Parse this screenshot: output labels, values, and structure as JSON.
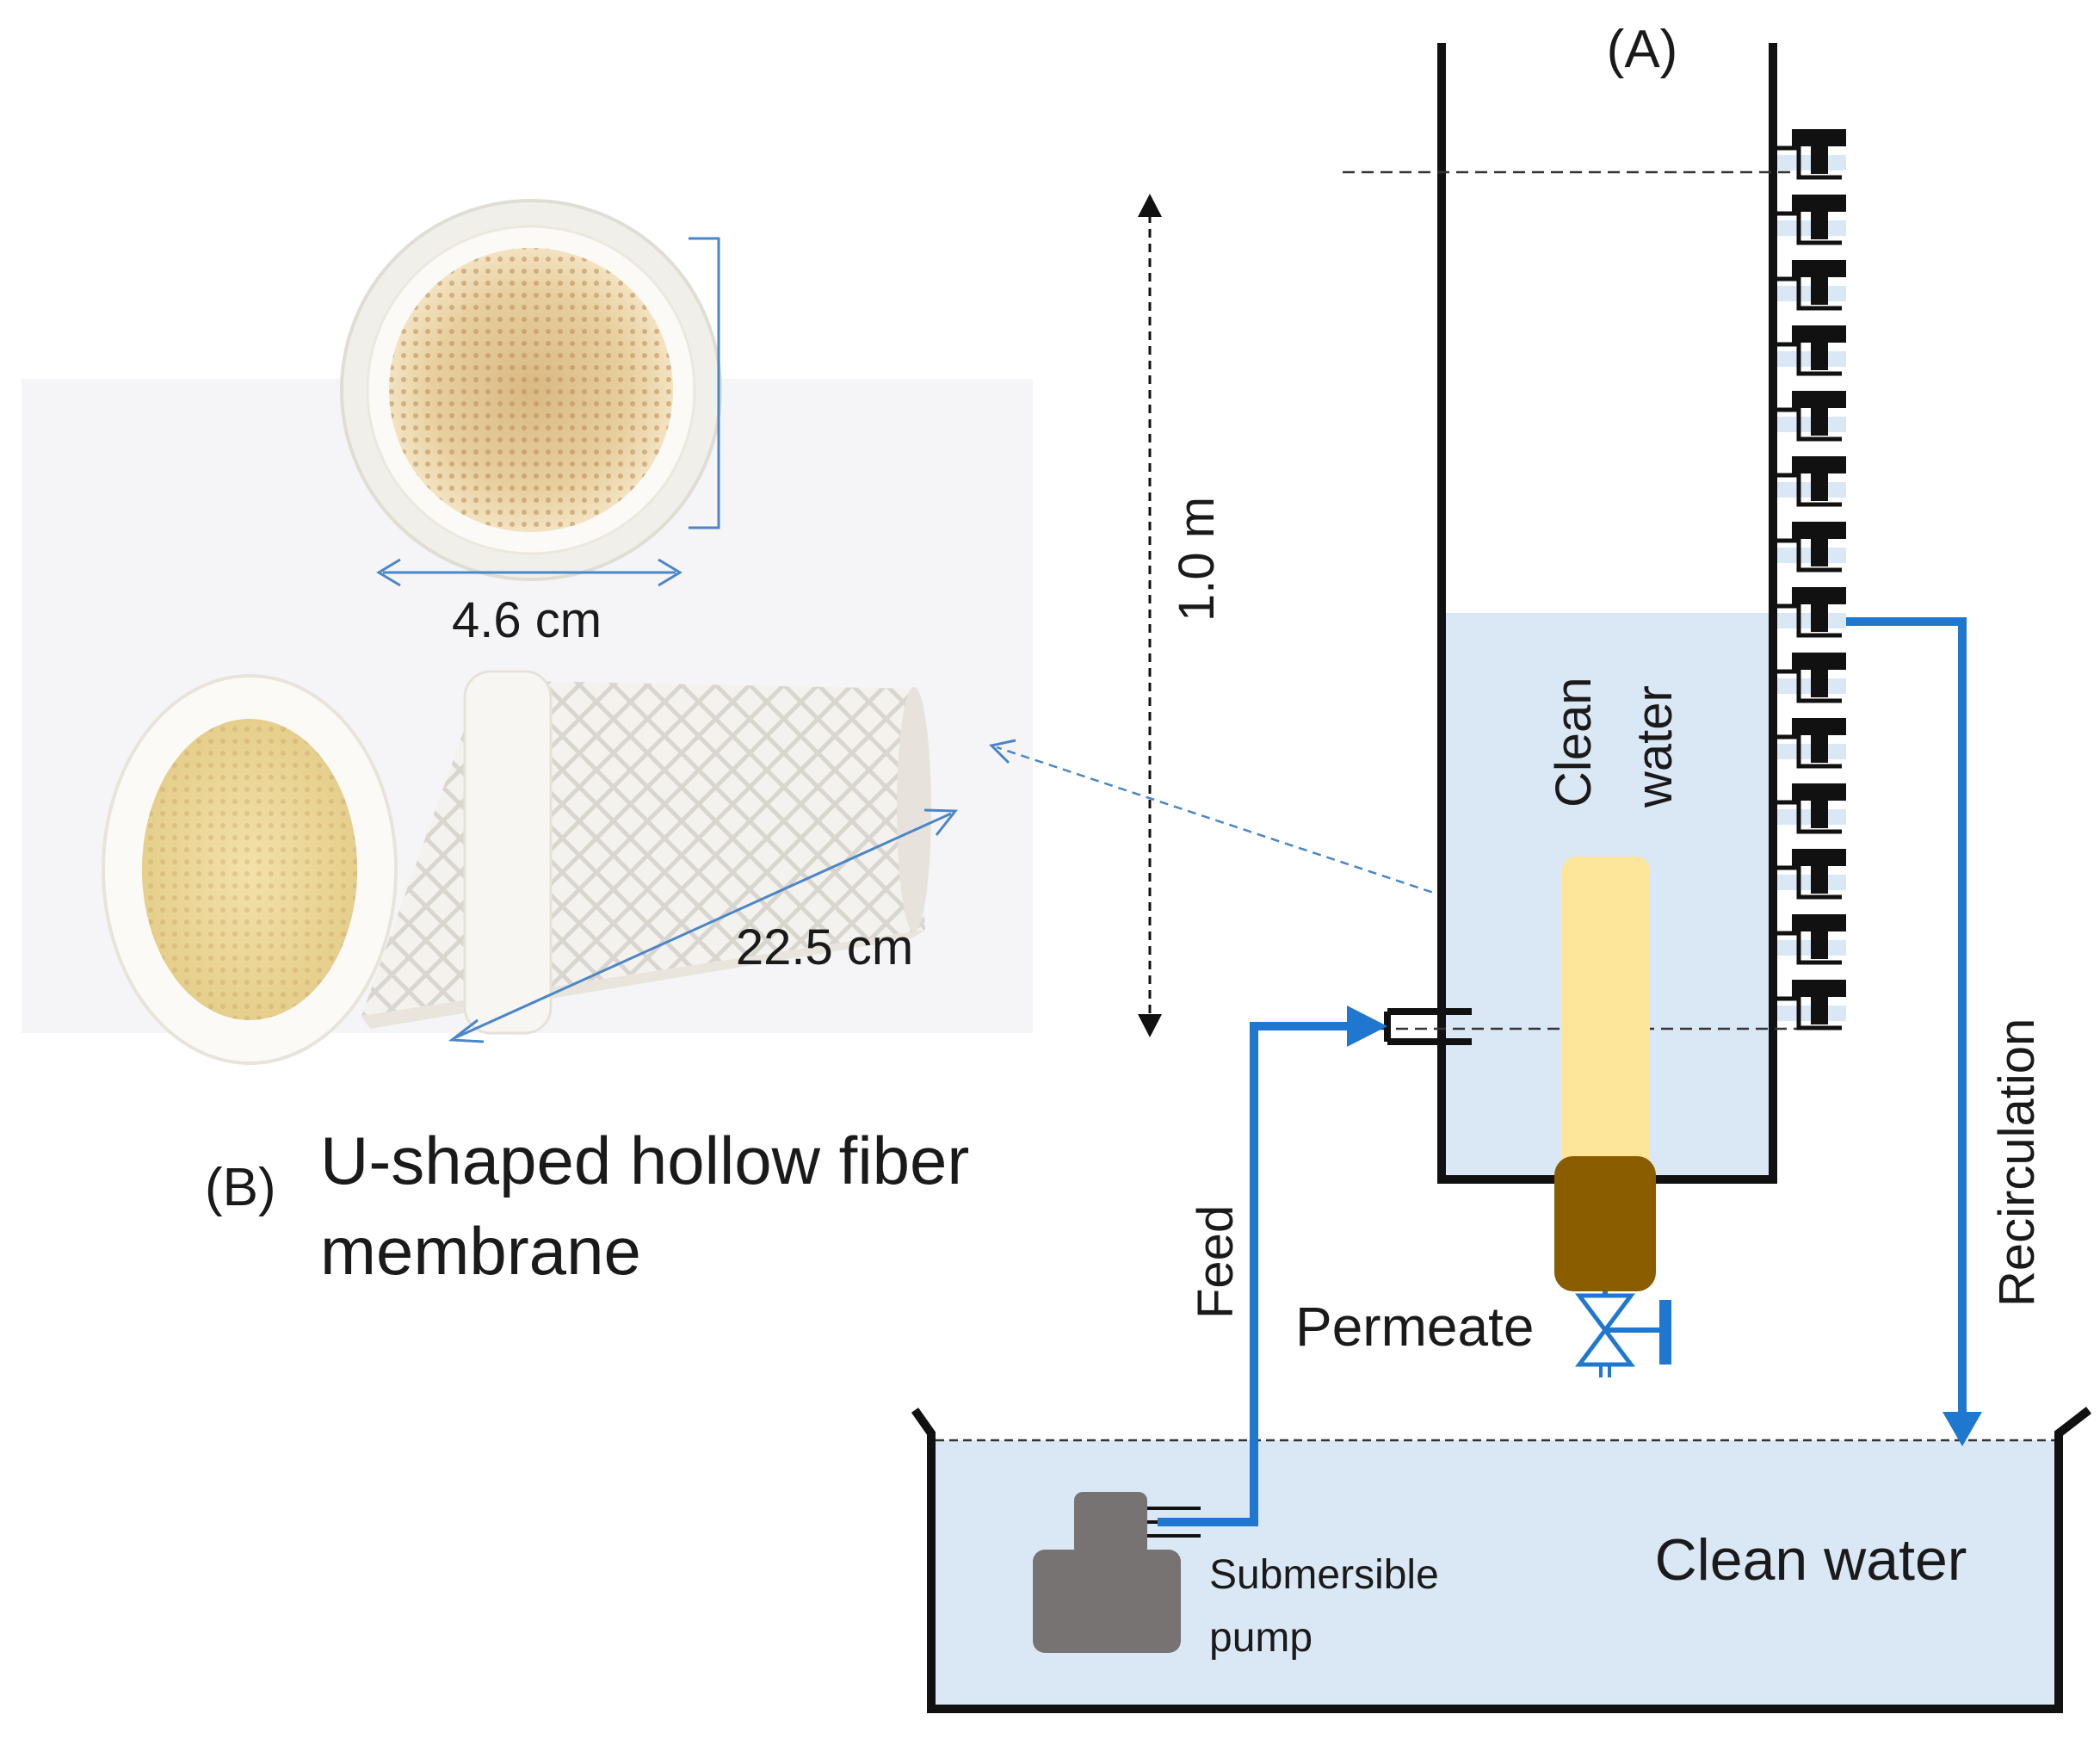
{
  "labels": {
    "panel_a": "(A)",
    "panel_b": "(B)",
    "membrane_title_line1": "U-shaped hollow fiber",
    "membrane_title_line2": "membrane",
    "diameter": "4.6 cm",
    "length": "22.5 cm",
    "height": "1.0 m",
    "clean_water_column_line1": "Clean",
    "clean_water_column_line2": "water",
    "clean_water_tank": "Clean water",
    "feed": "Feed",
    "permeate": "Permeate",
    "recirculation": "Recirculation",
    "pump_line1": "Submersible",
    "pump_line2": "pump"
  },
  "colors": {
    "water": "#dae8f5",
    "pipe_blue": "#1f77d0",
    "outline": "#111111",
    "membrane_yellow": "#fde59a",
    "membrane_base_brown": "#8a5e00",
    "pump_gray": "#787373",
    "dimension_line": "#4a86c8"
  }
}
